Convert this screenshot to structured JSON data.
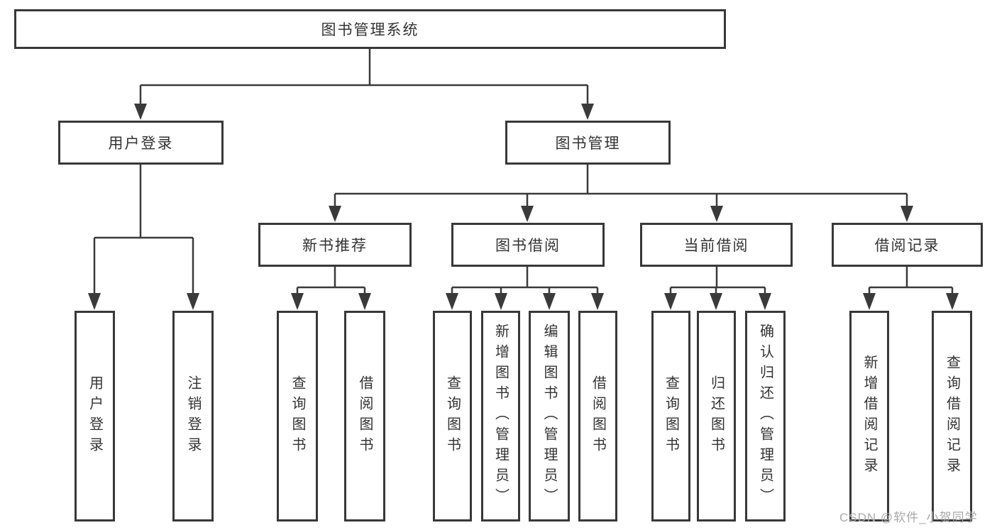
{
  "diagram": {
    "root": {
      "label": "图书管理系统"
    },
    "level2": [
      {
        "label": "用户登录"
      },
      {
        "label": "图书管理"
      }
    ],
    "level3": [
      {
        "label": "新书推荐"
      },
      {
        "label": "图书借阅"
      },
      {
        "label": "当前借阅"
      },
      {
        "label": "借阅记录"
      }
    ],
    "leaves": [
      {
        "label": "用户登录"
      },
      {
        "label": "注销登录"
      },
      {
        "label": "查询图书"
      },
      {
        "label": "借阅图书"
      },
      {
        "label": "查询图书"
      },
      {
        "label": "新增图书（管理员）"
      },
      {
        "label": "编辑图书（管理员）"
      },
      {
        "label": "借阅图书"
      },
      {
        "label": "查询图书"
      },
      {
        "label": "归还图书"
      },
      {
        "label": "确认归还（管理员）"
      },
      {
        "label": "新增借阅记录"
      },
      {
        "label": "查询借阅记录"
      }
    ]
  },
  "watermark": {
    "text": "CSDN @软件_小贺同学"
  },
  "colors": {
    "line": "#3a3a3a",
    "box_border": "#383838",
    "text": "#333333",
    "watermark": "#a9a9a9",
    "background": "#ffffff"
  }
}
